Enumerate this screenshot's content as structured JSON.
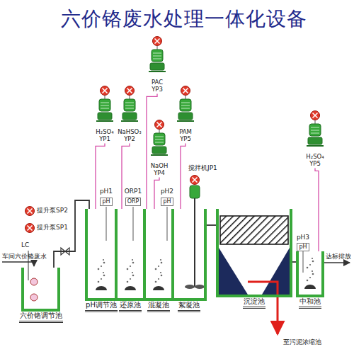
{
  "diagram": {
    "title": "六价铬废水处理一体化设备",
    "nodes": [
      {
        "text": [
          "H₂SO₄",
          "YP1"
        ]
      },
      {
        "text": [
          "NaHSO₃",
          "YP2"
        ]
      },
      {
        "text": [
          "PAC",
          "YP3"
        ]
      },
      {
        "text": [
          "NaOH",
          "YP4"
        ]
      },
      {
        "text": [
          "PAM",
          "YP5"
        ]
      },
      {
        "text": [
          "H₂SO₄",
          "YP5"
        ]
      },
      {
        "text": [
          "六价铬调节池"
        ]
      },
      {
        "text": [
          "pH调节池"
        ]
      },
      {
        "text": [
          "还原池"
        ]
      },
      {
        "text": [
          "混凝池"
        ]
      },
      {
        "text": [
          "絮凝池"
        ]
      },
      {
        "text": [
          "沉淀池"
        ]
      },
      {
        "text": [
          "中和池"
        ]
      }
    ],
    "edges": [
      {
        "from": 0,
        "to": 7,
        "arrow": "none"
      },
      {
        "from": 1,
        "to": 8,
        "arrow": "none"
      },
      {
        "from": 2,
        "to": 9,
        "arrow": "none"
      },
      {
        "from": 3,
        "to": 9,
        "arrow": "none"
      },
      {
        "from": 4,
        "to": 10,
        "arrow": "none"
      },
      {
        "from": 5,
        "to": 12,
        "arrow": "none"
      },
      {
        "from": 6,
        "to": 7,
        "arrow": "none"
      },
      {
        "from": 10,
        "to": 11,
        "arrow": "none"
      },
      {
        "from": 11,
        "to": 12,
        "arrow": "none"
      }
    ],
    "labels": [
      "车间六价铬废水",
      "LC",
      "提升泵SP2",
      "提升泵SP1",
      "pH1",
      "pH",
      "ORP1",
      "ORP",
      "pH2",
      "pH",
      "搅拌机JP1",
      "pH3",
      "pH",
      "达标排放",
      "至污泥浓缩池"
    ]
  }
}
